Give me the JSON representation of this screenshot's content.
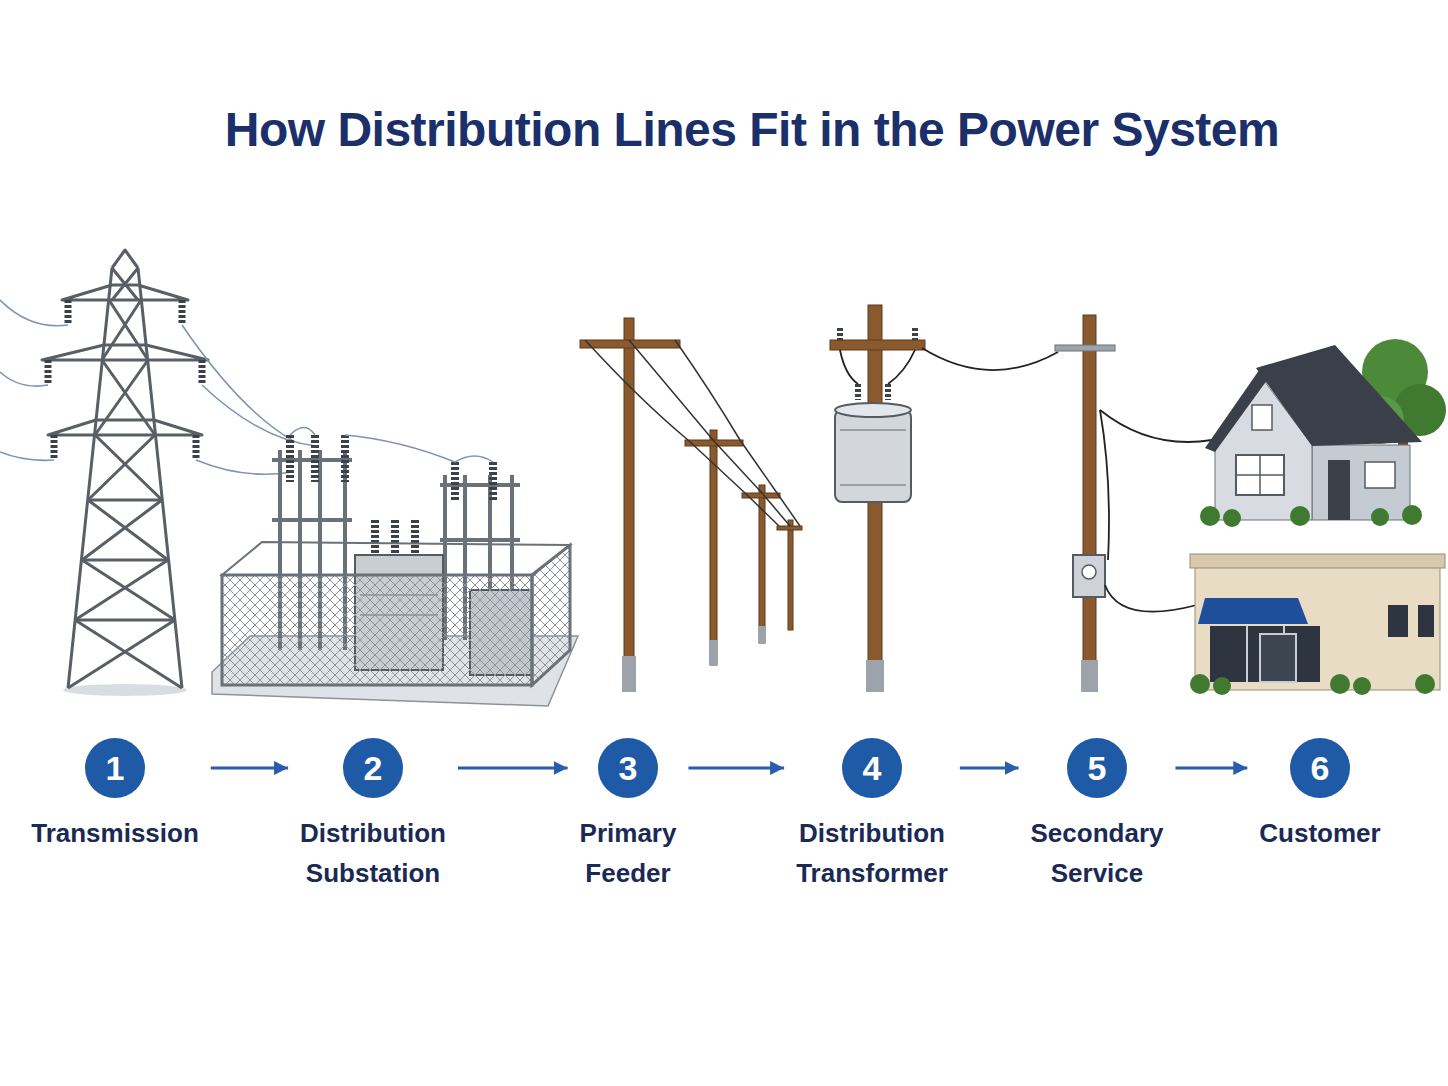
{
  "diagram": {
    "title": "How Distribution Lines Fit in the Power System",
    "nodes": [
      {
        "text": [
          "1",
          "Transmission"
        ]
      },
      {
        "text": [
          "2",
          "Distribution Substation"
        ]
      },
      {
        "text": [
          "3",
          "Primary Feeder"
        ]
      },
      {
        "text": [
          "4",
          "Distribution Transformer"
        ]
      },
      {
        "text": [
          "5",
          "Secondary Service"
        ]
      },
      {
        "text": [
          "6",
          "Customer"
        ]
      }
    ],
    "edges": [
      {
        "from": 0,
        "to": 1,
        "arrow": "to"
      },
      {
        "from": 1,
        "to": 2,
        "arrow": "to"
      },
      {
        "from": 2,
        "to": 3,
        "arrow": "to"
      },
      {
        "from": 3,
        "to": 4,
        "arrow": "to"
      },
      {
        "from": 4,
        "to": 5,
        "arrow": "to"
      }
    ]
  }
}
